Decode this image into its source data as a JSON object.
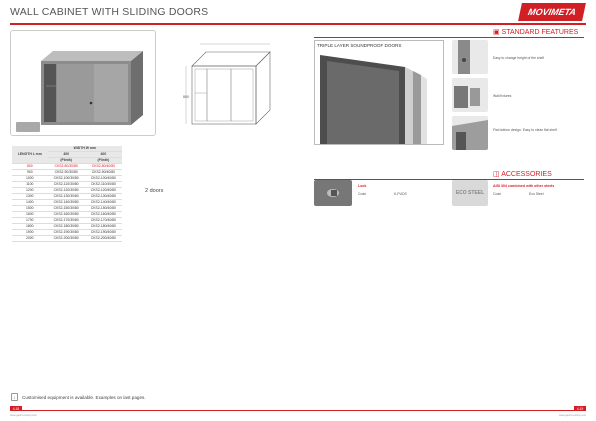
{
  "header": {
    "title": "WALL CABINET WITH SLIDING DOORS",
    "brand": "MOVIMETA"
  },
  "product_badge": "",
  "specs": {
    "header_row1": {
      "length": "LENGTH L mm",
      "width": "WIDTH W mm"
    },
    "header_row2": [
      "400",
      "400"
    ],
    "header_row3": [
      "(Plinth)",
      "(Plinth)"
    ],
    "rows": [
      [
        "800",
        "CKS2-80/30/80",
        "CKS2-80/40/80"
      ],
      [
        "900",
        "CKS2-90/30/80",
        "CKS2-90/40/80"
      ],
      [
        "1000",
        "CKS2-100/30/80",
        "CKS2-100/40/80"
      ],
      [
        "1100",
        "CKS2-110/30/80",
        "CKS2-110/40/80"
      ],
      [
        "1200",
        "CKS2-120/30/80",
        "CKS2-120/40/80"
      ],
      [
        "1300",
        "CKS2-130/30/80",
        "CKS2-130/40/80"
      ],
      [
        "1400",
        "CKS2-140/30/80",
        "CKS2-140/40/80"
      ],
      [
        "1500",
        "CKS2-150/30/80",
        "CKS2-150/40/80"
      ],
      [
        "1600",
        "CKS2-160/30/80",
        "CKS2-160/40/80"
      ],
      [
        "1700",
        "CKS2-170/30/80",
        "CKS2-170/40/80"
      ],
      [
        "1800",
        "CKS2-180/30/80",
        "CKS2-180/40/80"
      ],
      [
        "1900",
        "CKS2-190/30/80",
        "CKS2-190/40/80"
      ],
      [
        "2000",
        "CKS2-200/30/80",
        "CKS2-200/40/80"
      ]
    ]
  },
  "doors_label": "2 doors",
  "drawing": {
    "dim_label": "800"
  },
  "standard_features": {
    "title": "STANDARD FEATURES",
    "sound_label": "TRIPLE LAYER SOUNDPROOF DOORS",
    "items": [
      {
        "text": "Easy to change height of the shelf"
      },
      {
        "text": "Wall fixtures"
      },
      {
        "text": "Flat bottom design. Easy to clean flat shelf"
      }
    ]
  },
  "accessories": {
    "title": "ACCESSORIES",
    "items": [
      {
        "name": "Lock",
        "code_label": "Code",
        "code": "K-PUDS"
      },
      {
        "name": "AISI 304 combined with other steels",
        "code_label": "Code",
        "code": "Eco Steel",
        "image_text": "ECO STEEL"
      }
    ]
  },
  "footer": {
    "note": "Customised equipment is available. Examples on last pages.",
    "page_left": "4.18",
    "page_right": "4.19",
    "small_left": "www.gastro-eshop.com",
    "small_right": "www.gastro-eshop.com"
  },
  "colors": {
    "accent": "#d11f26",
    "steel": "#8a8a8a"
  }
}
